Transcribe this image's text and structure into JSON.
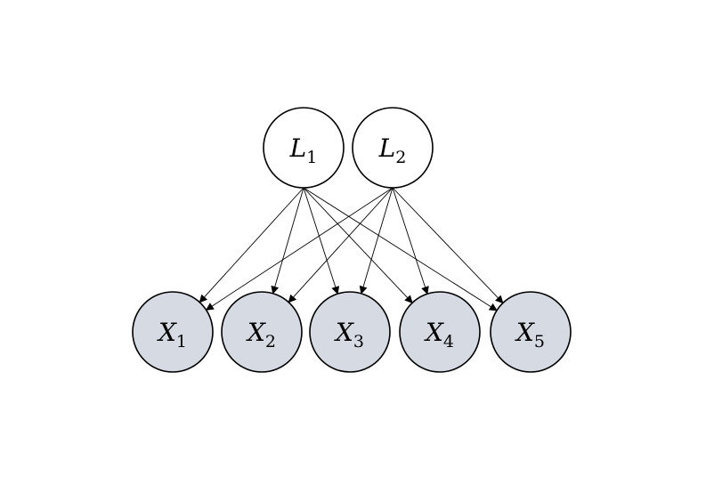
{
  "latent_nodes": [
    {
      "id": "L1",
      "letter": "L",
      "subscript": "1"
    },
    {
      "id": "L2",
      "letter": "L",
      "subscript": "2"
    }
  ],
  "observed_nodes": [
    {
      "id": "X1",
      "letter": "X",
      "subscript": "1"
    },
    {
      "id": "X2",
      "letter": "X",
      "subscript": "2"
    },
    {
      "id": "X3",
      "letter": "X",
      "subscript": "3"
    },
    {
      "id": "X4",
      "letter": "X",
      "subscript": "4"
    },
    {
      "id": "X5",
      "letter": "X",
      "subscript": "5"
    }
  ],
  "edges": [
    {
      "from": "L1",
      "to": "X1"
    },
    {
      "from": "L1",
      "to": "X2"
    },
    {
      "from": "L1",
      "to": "X3"
    },
    {
      "from": "L1",
      "to": "X4"
    },
    {
      "from": "L1",
      "to": "X5"
    },
    {
      "from": "L2",
      "to": "X1"
    },
    {
      "from": "L2",
      "to": "X2"
    },
    {
      "from": "L2",
      "to": "X3"
    },
    {
      "from": "L2",
      "to": "X4"
    },
    {
      "from": "L2",
      "to": "X5"
    }
  ],
  "colors": {
    "latent_fill": "#ffffff",
    "observed_fill": "#d6dbe3",
    "stroke": "#000000"
  }
}
